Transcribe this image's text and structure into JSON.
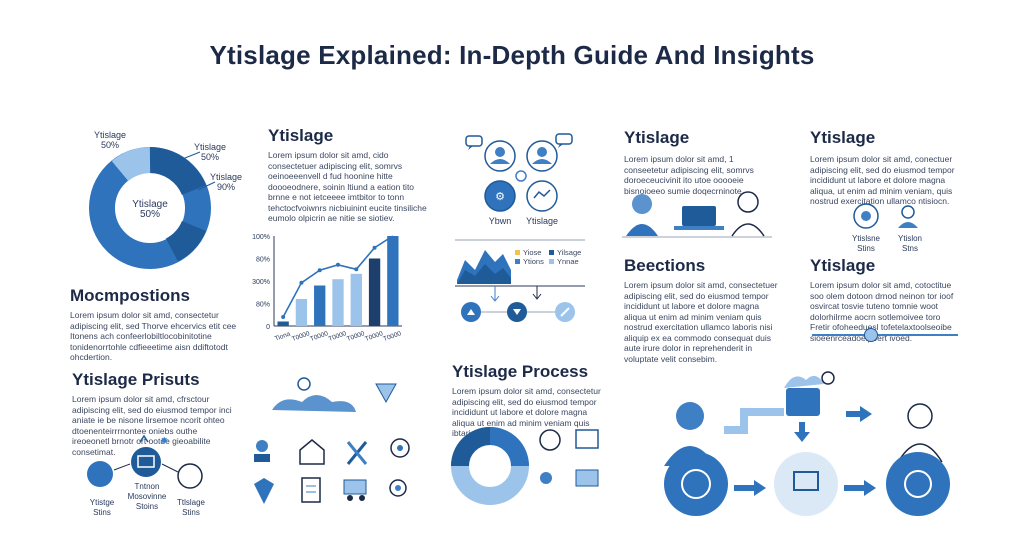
{
  "page": {
    "title": "Ytislage Explained: In-Depth Guide And Insights"
  },
  "donut1": {
    "label_top_left": "Ytislage\n50%",
    "label_right_a": "Ytislage\n50%",
    "label_right_b": "Ytislage\n90%",
    "center": "Ytislage\n50%"
  },
  "section_mocmpostions": {
    "heading": "Mocmpostions",
    "text": "Lorem ipsum dolor sit amd, consectetur adipiscing elit, sed Thorve ehcervics etit cee Itonens ach confeerlobiltlocobinitotine tonidenorrtohle cdfieeetime aisn ddiftotodt ohcdertion."
  },
  "section_ytislage_chart": {
    "heading": "Ytislage",
    "text": "Lorem ipsum dolor sit amd, cido consectetuer adipiscing elit, somrvs oeinoeeenvell d fud hoonine hitte doooeodnere, soinin ltiund a eation tito brnne e not ietceeee imtbitor to tonn tehctocfvoiwnrs nicbiuinint eucite tinsiliche eumolo olpicrin ae nitie se siotiev."
  },
  "chart_data": {
    "type": "bar",
    "yticks": [
      "100%",
      "80%",
      "300%",
      "80%",
      "0"
    ],
    "categories": [
      "Tiona",
      "T0000",
      "T0000",
      "T0000",
      "T0000",
      "T0000",
      "T0000"
    ],
    "series": [
      {
        "values": [
          5,
          30,
          45,
          52,
          58,
          75,
          100
        ]
      }
    ],
    "line_values": [
      10,
      48,
      62,
      68,
      63,
      87,
      100
    ],
    "ylim": [
      0,
      100
    ]
  },
  "icons_cluster": {
    "label_left": "Ybwn",
    "label_right": "Ytislage"
  },
  "area_chart": {
    "legend": [
      "Yiose",
      "Yilsage",
      "Ytions",
      "Ynnae"
    ]
  },
  "section_ytislage_right1": {
    "heading": "Ytislage",
    "text": "Lorem ipsum dolor sit amd, 1 conseetetur adipiscing elit, somrvs doroeceucivinit ito utoe ooooeie bisnoioeeo sumie doqecrninote."
  },
  "section_ytislage_right2": {
    "heading": "Ytislage",
    "text": "Lorem ipsum dolor sit amd, conectuer adipiscing elit, sed do eiusmod tempor incididunt ut labore et dolore magna aliqua, ut enim ad minim veniam, quis nostrud exercitation ullamco ntisiocn.",
    "icon_label_a": "Ytislsne\nStins",
    "icon_label_b": "Ytislon\nStns"
  },
  "section_beections": {
    "heading": "Beections",
    "text": "Lorem ipsum dolor sit amd, consectetuer adipiscing elit, sed do eiusmod tempor incididunt ut labore et dolore magna aliqua ut enim ad minim veniam quis nostrud exercitation ullamco laboris nisi aliquip ex ea commodo consequat duis aute irure dolor in reprehenderit in voluptate velit consebim."
  },
  "section_ytislage_right3": {
    "heading": "Ytislage",
    "text": "Lorem ipsum dolor sit amd, cotoctitue soo olem dotoon drnod neinon tor ioof osvircat tosvie tuteno tomnie woot dolorhilrme aocrn sotlemoivee toro Fretir ofoheeduesl tofetelaxtoolseoibe sioeenrceadoeipoert ivoed."
  },
  "section_prisuts": {
    "heading": "Ytislage Prisuts",
    "text": "Lorem ipsum dolor sit amd, cfrsctour adipiscing elit, sed do eiusmod tempor inci aniate ie be nisone lirsemoe ncorit ohteo dtoenenteirrrnontee oniebs outhe ireoeonetl brnotr ort ootde gieoabilite consetimat.",
    "labels": [
      "Ytistge\nStins",
      "Tntnon\nMosovinne\nStoins",
      "Ttlslage\nStins"
    ]
  },
  "section_process": {
    "heading": "Ytislage Process",
    "text": "Lorem ipsum dolor sit amd, consectetur adipiscing elit, sed do eiusmod tempor incididunt ut labore et dolore magna aliqua ut enim ad minim veniam quis ibtarion."
  },
  "colors": {
    "dark": "#1f5a99",
    "mid": "#3f7fc4",
    "light": "#9cc4ea",
    "ink": "#1d2a47"
  }
}
